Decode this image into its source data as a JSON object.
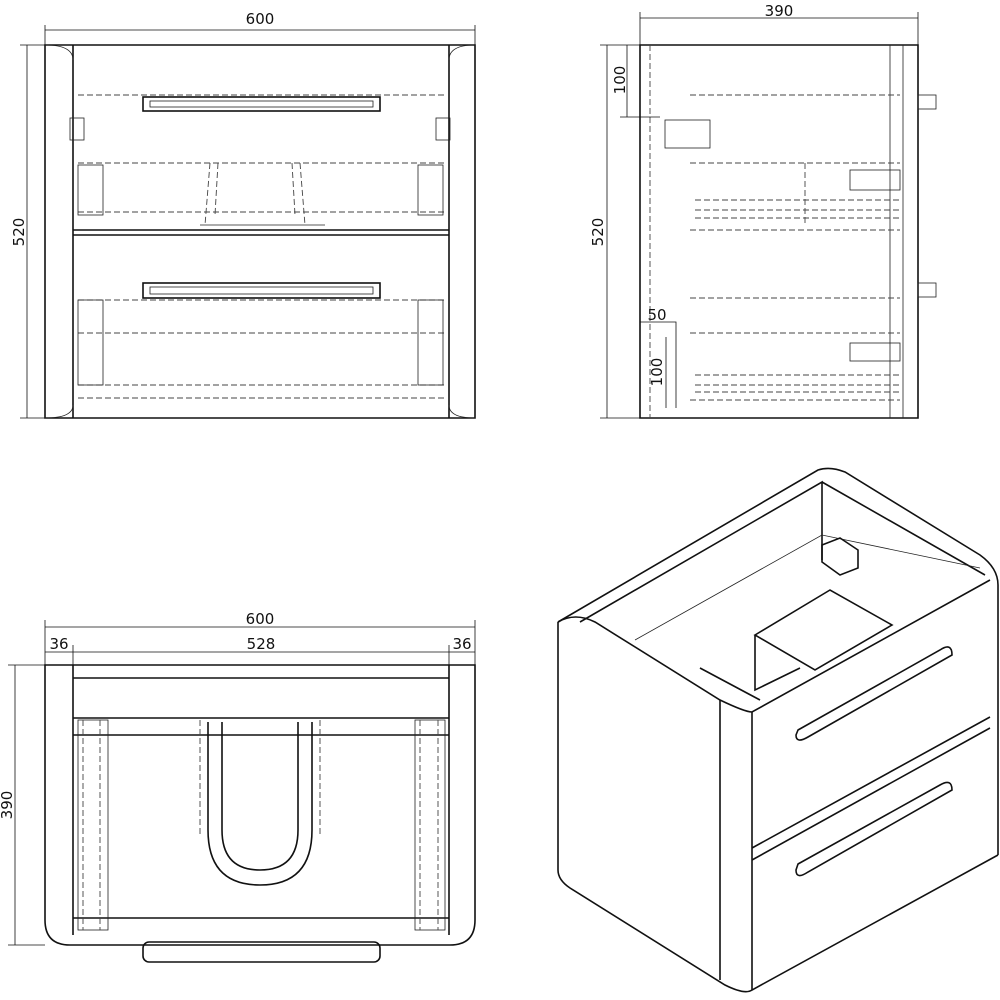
{
  "front_view": {
    "width_label": "600",
    "height_label": "520"
  },
  "side_view": {
    "depth_label": "390",
    "height_label": "520",
    "top_bracket_label": "100",
    "bottom_offset_label": "50",
    "bottom_height_label": "100"
  },
  "top_view": {
    "width_label": "600",
    "side_left_label": "36",
    "inner_label": "528",
    "side_right_label": "36",
    "depth_label": "390"
  },
  "colors": {
    "line": "#111111",
    "background": "#ffffff"
  }
}
